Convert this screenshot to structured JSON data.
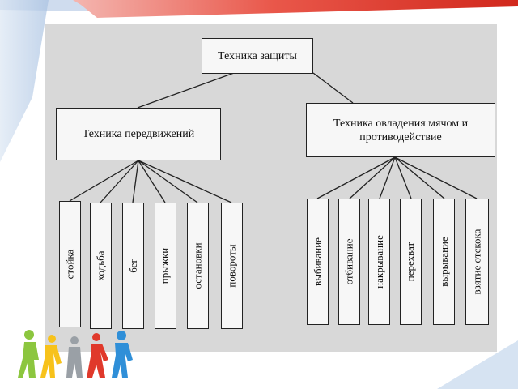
{
  "slide": {
    "accent_colors": {
      "red": "#e0392b",
      "blue": "#1f5fad",
      "light_blue": "#d6e3f2"
    },
    "decoration": "people-icons"
  },
  "diagram": {
    "root": "Техника защиты",
    "branches": [
      {
        "label": "Техника передвижений",
        "children": [
          "стойка",
          "ходьба",
          "бег",
          "прыжки",
          "остановки",
          "повороты"
        ]
      },
      {
        "label": "Техника овладения мячом и противодействие",
        "children": [
          "выбивание",
          "отбивание",
          "накрывание",
          "перехват",
          "вырывание",
          "взятие отскока"
        ]
      }
    ]
  }
}
